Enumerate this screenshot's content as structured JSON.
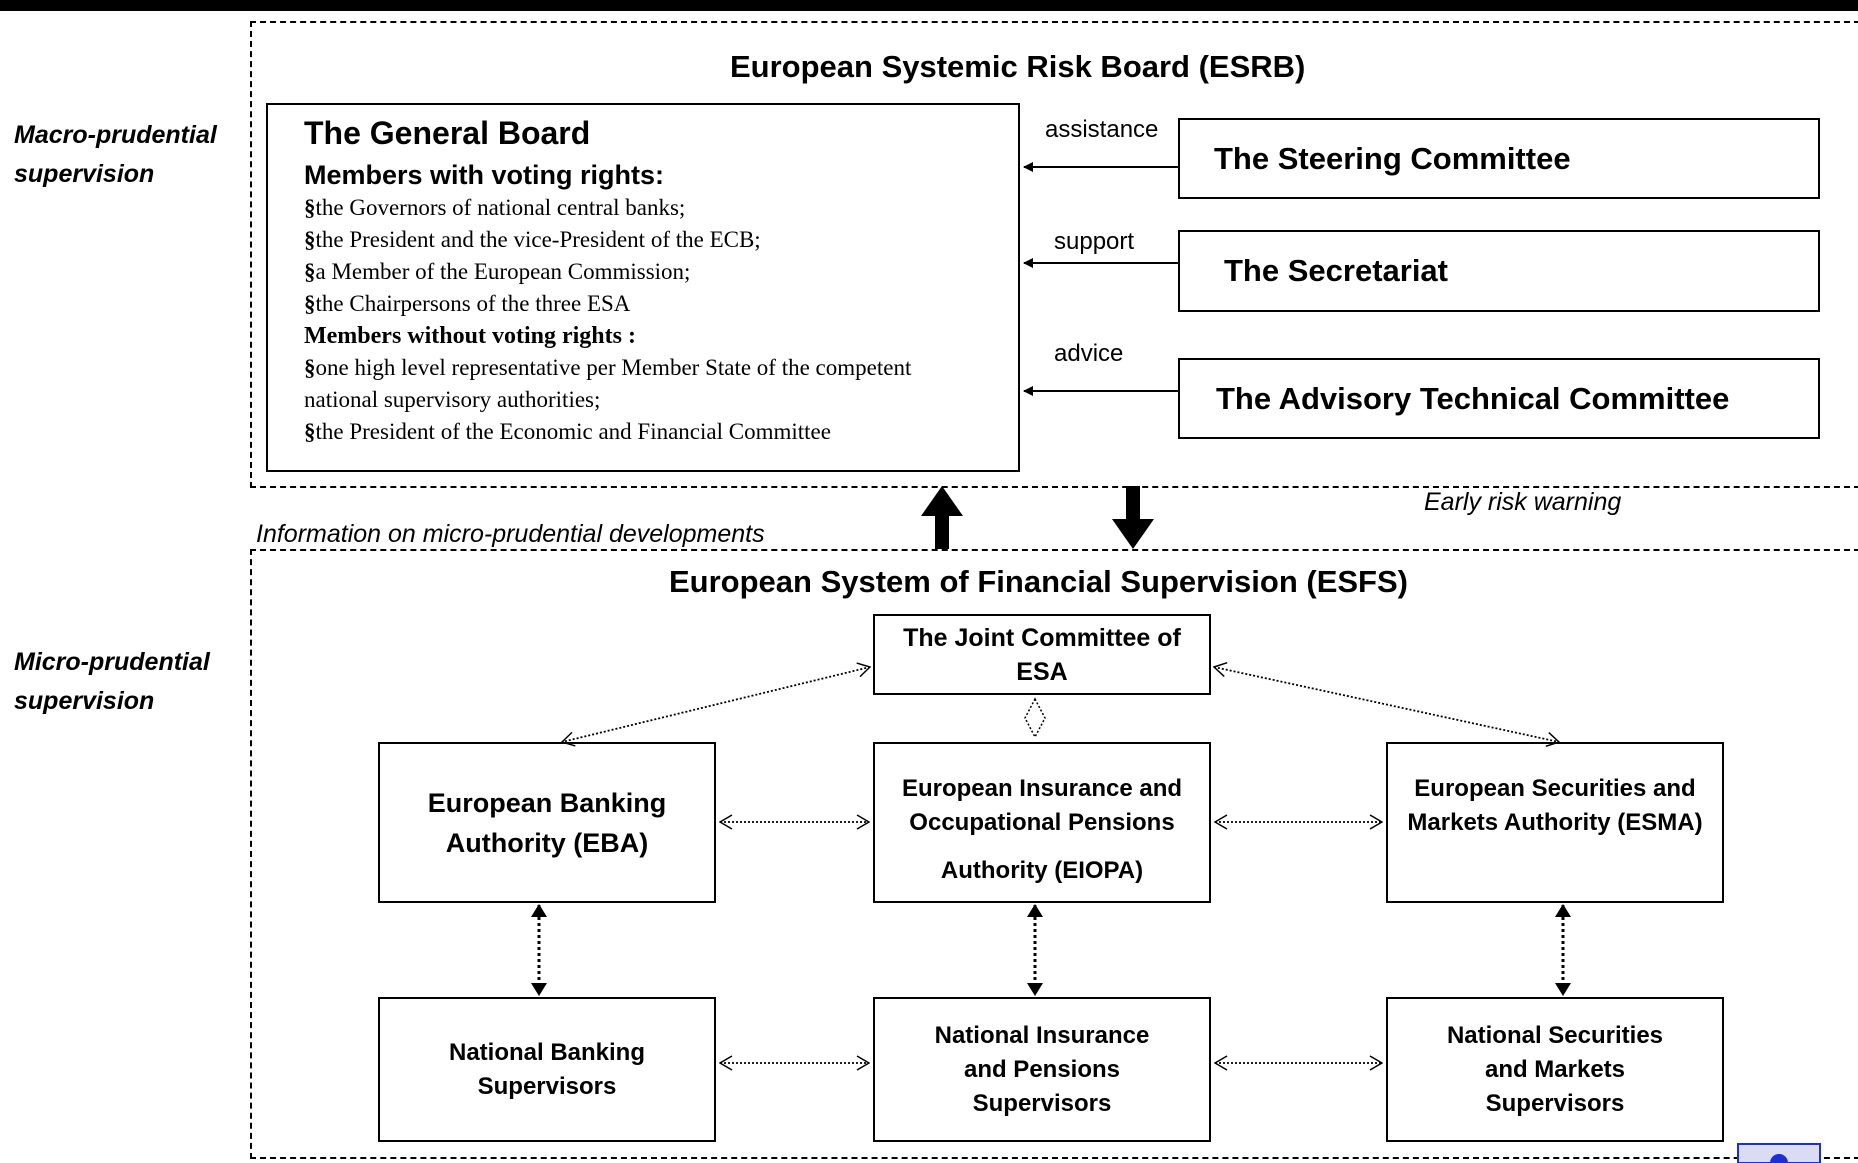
{
  "side_labels": {
    "macro": "Macro-prudential supervision",
    "micro": "Micro-prudential supervision"
  },
  "esrb": {
    "title": "European Systemic Risk Board (ESRB)",
    "general_board": {
      "title": "The General Board",
      "voting_heading": "Members with voting rights:",
      "voting_items": [
        "the Governors of national central banks;",
        "the President and the vice-President of the ECB;",
        "a Member of the European Commission;",
        "the Chairpersons of the three ESA"
      ],
      "nonvoting_heading": "Members without voting rights :",
      "nonvoting_items": [
        "one high level representative per Member State of the competent national supervisory authorities;",
        "the President of the Economic and Financial Committee"
      ],
      "bullet": "§"
    },
    "steering": {
      "name": "The Steering Committee",
      "relation": "assistance"
    },
    "secretariat": {
      "name": "The Secretariat",
      "relation": "support"
    },
    "advisory": {
      "name": "The Advisory Technical Committee",
      "relation": "advice"
    }
  },
  "flows": {
    "early_warning": "Early risk warning",
    "information": "Information on micro-prudential developments"
  },
  "esfs": {
    "title": "European System of Financial Supervision (ESFS)",
    "joint_committee": "The Joint Committee of ESA",
    "eba": "European Banking Authority (EBA)",
    "eiopa_line1": "European Insurance and",
    "eiopa_line2": "Occupational Pensions",
    "eiopa_line3": "Authority  (EIOPA)",
    "esma": "European Securities and Markets Authority (ESMA)",
    "nat_banking": "National Banking Supervisors",
    "nat_insurance": "National Insurance and Pensions Supervisors",
    "nat_securities": "National Securities and Markets Supervisors"
  },
  "colors": {
    "stroke": "#000000",
    "background": "#ffffff",
    "corner_icon": "#1f2ecc"
  }
}
